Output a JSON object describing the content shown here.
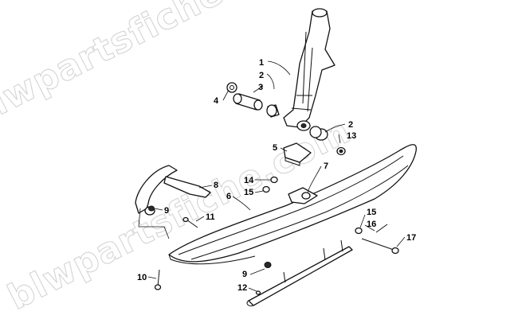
{
  "watermark": "blwpartsfiche.com",
  "callouts": [
    {
      "id": "c1",
      "text": "1"
    },
    {
      "id": "c2a",
      "text": "2"
    },
    {
      "id": "c3",
      "text": "3"
    },
    {
      "id": "c4",
      "text": "4"
    },
    {
      "id": "c2b",
      "text": "2"
    },
    {
      "id": "c13",
      "text": "13"
    },
    {
      "id": "c5",
      "text": "5"
    },
    {
      "id": "c7",
      "text": "7"
    },
    {
      "id": "c14",
      "text": "14"
    },
    {
      "id": "c15a",
      "text": "15"
    },
    {
      "id": "c8",
      "text": "8"
    },
    {
      "id": "c6",
      "text": "6"
    },
    {
      "id": "c9a",
      "text": "9"
    },
    {
      "id": "c11",
      "text": "11"
    },
    {
      "id": "c15b",
      "text": "15"
    },
    {
      "id": "c16",
      "text": "16"
    },
    {
      "id": "c17",
      "text": "17"
    },
    {
      "id": "c10",
      "text": "10"
    },
    {
      "id": "c9b",
      "text": "9"
    },
    {
      "id": "c12",
      "text": "12"
    }
  ]
}
